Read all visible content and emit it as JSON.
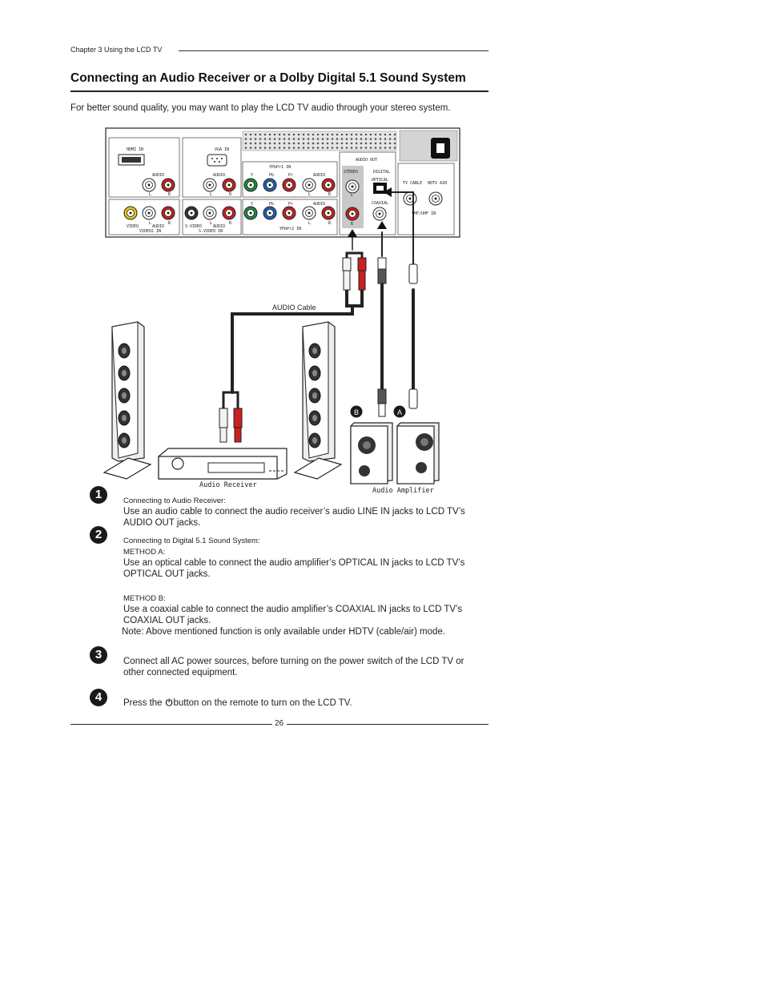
{
  "header": {
    "chapter": "Chapter 3 Using the LCD TV"
  },
  "title": "Connecting an Audio Receiver or a Dolby Digital 5.1 Sound System",
  "intro": "For better sound quality, you may want to play the LCD TV audio through your stereo system.",
  "panel_labels": {
    "hdmi_in": "HDMI IN",
    "vga_in": "VGA IN",
    "audio": "AUDIO",
    "l": "L",
    "r": "R",
    "ypbpr1_in": "YPbPr1 IN",
    "ypbpr2_in": "YPbPr2 IN",
    "y": "Y",
    "pb": "Pb",
    "pr": "Pr",
    "video": "VIDEO",
    "video2_in": "VIDEO2 IN",
    "s_video": "S-VIDEO",
    "s_video_in": "S-VIDEO IN",
    "audio_out": "AUDIO OUT",
    "stereo": "STEREO",
    "digital": "DIGITAL",
    "optical": "OPTICAL",
    "coaxial": "COAXIAL",
    "tv_cable": "TV CABLE",
    "hdtv_air": "HDTV AIR",
    "vhf_uhf_in": "VHF/UHF IN"
  },
  "diagram": {
    "audio_cable_label": "AUDIO Cable",
    "audio_receiver_label": "Audio Receiver",
    "audio_amplifier_label": "Audio Amplifier",
    "method_b_marker": "B",
    "method_a_marker": "A"
  },
  "steps": [
    {
      "number": "1",
      "heading": "Connecting to Audio Receiver:",
      "text": "Use an audio cable to connect the audio receiver’s audio LINE IN jacks to LCD TV’s AUDIO OUT jacks."
    },
    {
      "number": "2",
      "heading": "Connecting to Digital 5.1 Sound System:",
      "method_a_label": "METHOD A:",
      "method_a_text": "Use an optical cable to connect the audio amplifier’s OPTICAL IN jacks to LCD TV’s OPTICAL OUT jacks.",
      "method_b_label": "METHOD B:",
      "method_b_text": "Use a coaxial cable to connect the audio amplifier’s COAXIAL IN jacks to LCD TV’s COAXIAL OUT jacks.",
      "note": "Note: Above mentioned function is only available under HDTV (cable/air) mode."
    },
    {
      "number": "3",
      "text": "Connect all AC power sources, before turning on the power switch of the LCD TV or other connected equipment."
    },
    {
      "number": "4",
      "text_before": "Press the",
      "icon": "power-icon",
      "text_after": "button on the remote to turn on the LCD TV."
    }
  ],
  "footer": {
    "page_number": "26"
  },
  "colors": {
    "red_plug": "#cc1f1f",
    "white_plug": "#f2f2f2",
    "panel_gray": "#c8c8c8"
  }
}
